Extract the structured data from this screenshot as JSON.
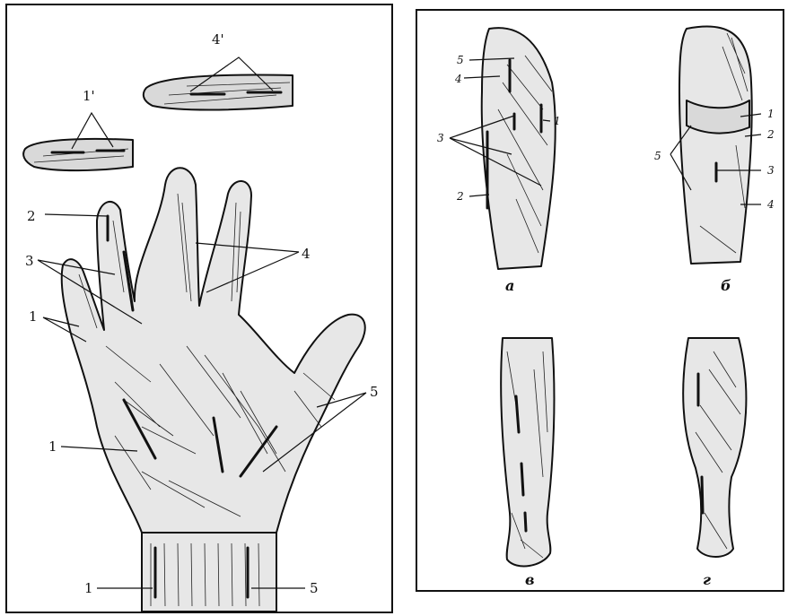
{
  "figure": {
    "left_panel": {
      "labels": {
        "digit_top": "4'",
        "digit_small": "1'",
        "n2": "2",
        "n3": "3",
        "n1_upper": "1",
        "n4": "4",
        "n5_right": "5",
        "n1_middle": "1",
        "n1_wrist": "1",
        "n5_wrist": "5"
      }
    },
    "right_panel": {
      "labels": {
        "a5": "5",
        "a4": "4",
        "a3": "3",
        "a1": "1",
        "a2": "2",
        "b1": "1",
        "b2": "2",
        "b5": "5",
        "b3": "3",
        "b4": "4"
      },
      "captions": {
        "a": "а",
        "b": "б",
        "v": "в",
        "g": "г"
      }
    }
  }
}
